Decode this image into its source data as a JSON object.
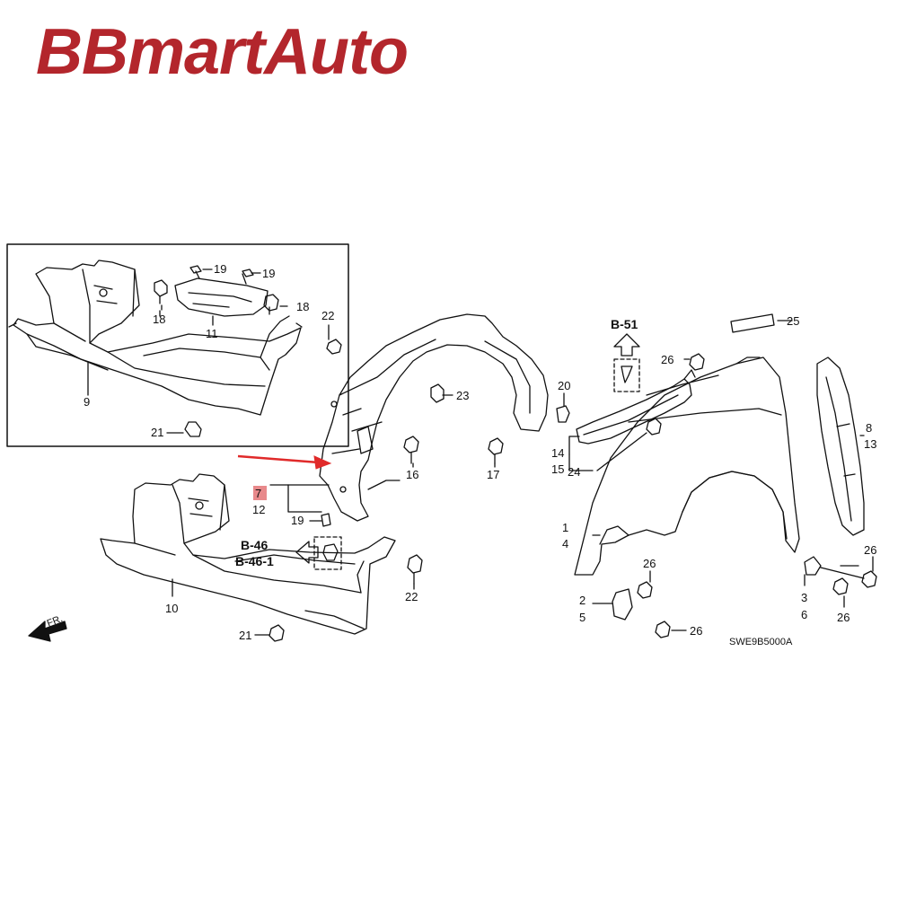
{
  "brand": {
    "name": "BBmartAuto",
    "color": "#b3262c"
  },
  "diagram": {
    "code": "SWE9B5000A",
    "front_marker": "FR.",
    "highlight_color": "#e02a2a",
    "refs": {
      "b51": "B-51",
      "b46": "B-46",
      "b46_1": "B-46-1"
    },
    "callouts": {
      "c1": "1",
      "c2": "2",
      "c3": "3",
      "c4": "4",
      "c5": "5",
      "c6": "6",
      "c7": "7",
      "c8": "8",
      "c9": "9",
      "c10": "10",
      "c11": "11",
      "c12": "12",
      "c13": "13",
      "c14": "14",
      "c15": "15",
      "c16": "16",
      "c17": "17",
      "c18a": "18",
      "c18b": "18",
      "c19a": "19",
      "c19b": "19",
      "c19c": "19",
      "c20": "20",
      "c21a": "21",
      "c21b": "21",
      "c22a": "22",
      "c22b": "22",
      "c23": "23",
      "c24": "24",
      "c25": "25",
      "c26a": "26",
      "c26b": "26",
      "c26c": "26",
      "c26d": "26",
      "c26e": "26"
    }
  }
}
